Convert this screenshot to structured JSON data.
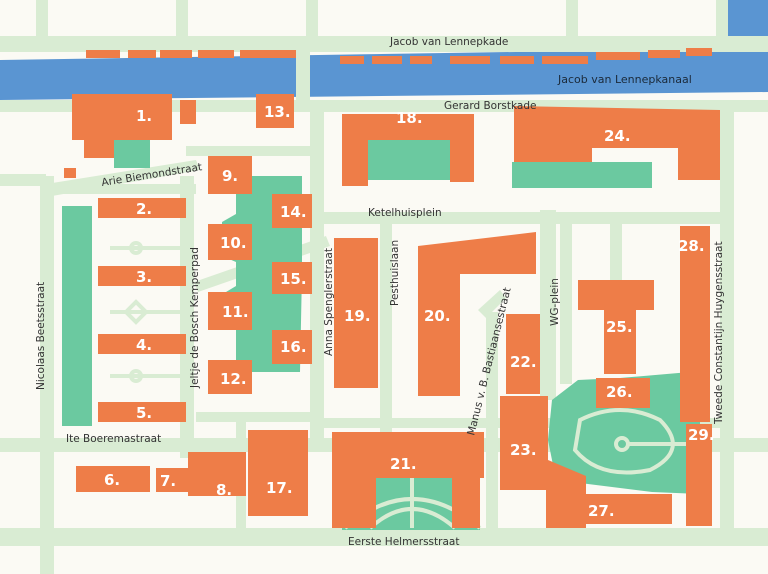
{
  "colors": {
    "background": "#fbfaf4",
    "road": "#d9ecd3",
    "water": "#5a95d2",
    "green": "#6bc9a0",
    "building": "#ee7d48",
    "label": "#ffffff",
    "text": "#333333"
  },
  "buildings": {
    "b1": "1.",
    "b2": "2.",
    "b3": "3.",
    "b4": "4.",
    "b5": "5.",
    "b6": "6.",
    "b7": "7.",
    "b8": "8.",
    "b9": "9.",
    "b10": "10.",
    "b11": "11.",
    "b12": "12.",
    "b13": "13.",
    "b14": "14.",
    "b15": "15.",
    "b16": "16.",
    "b17": "17.",
    "b18": "18.",
    "b19": "19.",
    "b20": "20.",
    "b21": "21.",
    "b22": "22.",
    "b23": "23.",
    "b24": "24.",
    "b25": "25.",
    "b26": "26.",
    "b27": "27.",
    "b28": "28.",
    "b29": "29."
  },
  "streets": {
    "jacob_kade": "Jacob van Lennepkade",
    "jacob_kanaal": "Jacob van Lennepkanaal",
    "gerard": "Gerard Borstkade",
    "arie": "Arie Biemondstraat",
    "ketelhuis": "Ketelhuisplein",
    "nicolaas": "Nicolaas Beetsstraat",
    "jeltje": "Jeltje de Bosch Kemperpad",
    "anna": "Anna Spenglerstraat",
    "pesthuis": "Pesthuislaan",
    "bastiaanse": "Manus v. B. Bastiaansestraat",
    "wg": "WG-plein",
    "huygens": "Tweede Constantijn Huygensstraat",
    "ite": "Ite Boeremastraat",
    "helmers": "Eerste Helmersstraat"
  }
}
